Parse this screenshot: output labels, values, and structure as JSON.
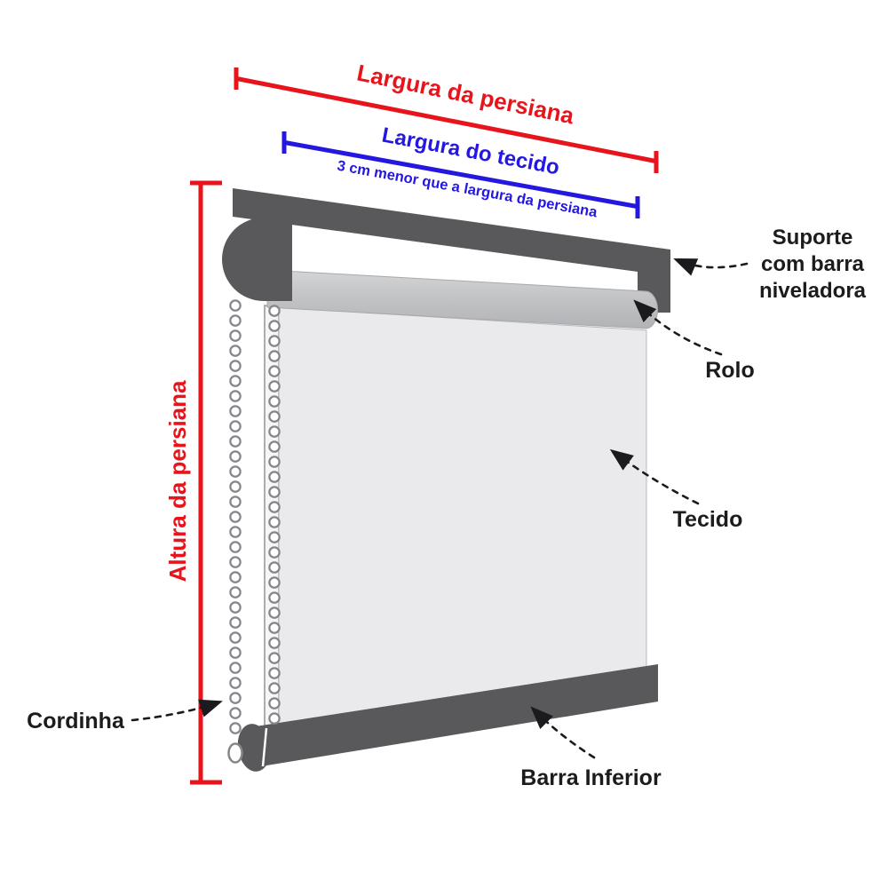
{
  "diagram": {
    "measurements": {
      "largura_persiana": {
        "label": "Largura da persiana",
        "color": "#e8141c"
      },
      "largura_tecido": {
        "label": "Largura do tecido",
        "color": "#2417e0"
      },
      "tecido_nota": "3 cm menor que a largura da persiana",
      "altura_persiana": {
        "label": "Altura da persiana",
        "color": "#e8141c"
      }
    },
    "part_labels": {
      "suporte": [
        "Suporte",
        "com barra",
        "niveladora"
      ],
      "rolo": "Rolo",
      "tecido": "Tecido",
      "barra_inferior": "Barra Inferior",
      "cordinha": "Cordinha"
    },
    "colors": {
      "measure_red": "#e8141c",
      "measure_blue": "#2417e0",
      "dark_part": "#59595b",
      "roller_gray": "#c4c5c7",
      "fabric_gray": "#eaeaec",
      "label_text": "#1c1c1e"
    }
  }
}
